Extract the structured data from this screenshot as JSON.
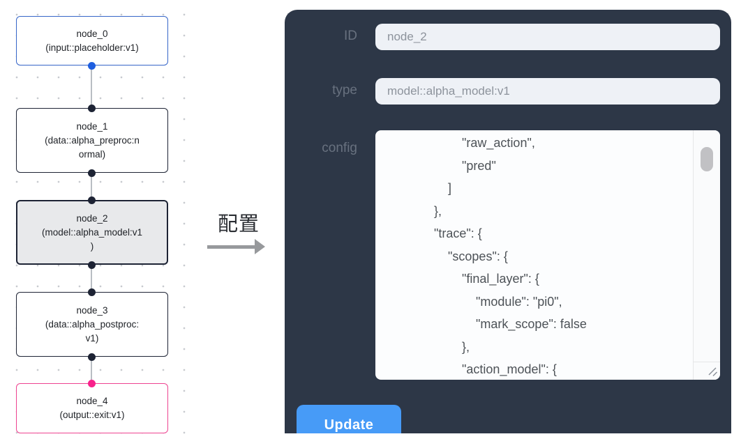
{
  "flow": {
    "nodes": [
      {
        "id": "node_0",
        "title": "node_0",
        "subtitle_lines": [
          "(input::placeholder:v1)"
        ],
        "kind": "input"
      },
      {
        "id": "node_1",
        "title": "node_1",
        "subtitle_lines": [
          "(data::alpha_preproc:n",
          "ormal)"
        ],
        "kind": "default"
      },
      {
        "id": "node_2",
        "title": "node_2",
        "subtitle_lines": [
          "(model::alpha_model:v1",
          ")"
        ],
        "kind": "selected"
      },
      {
        "id": "node_3",
        "title": "node_3",
        "subtitle_lines": [
          "(data::alpha_postproc:",
          "v1)"
        ],
        "kind": "default"
      },
      {
        "id": "node_4",
        "title": "node_4",
        "subtitle_lines": [
          "(output::exit:v1)"
        ],
        "kind": "output"
      }
    ],
    "colors": {
      "input_border": "#3565c8",
      "output_border": "#ee4390",
      "node_border": "#1d2334",
      "selected_bg": "#e8e9eb",
      "edge": "#b9bdc3",
      "port": "#1d2334",
      "port_input": "#1e5ee0",
      "port_output": "#f8218b",
      "dot_grid": "#c7cacf"
    }
  },
  "transfer": {
    "label": "配置",
    "arrow_color": "#97999c"
  },
  "panel": {
    "colors": {
      "bg": "#2d3747",
      "label": "#68717f",
      "field_bg": "#eef1f6",
      "field_text": "#8d939c",
      "textarea_bg": "#fcfdfe",
      "json_text": "#4d5257",
      "thumb": "#c1c1c4",
      "accent": "#479bf7"
    },
    "fields": [
      {
        "label": "ID",
        "value": "node_2"
      },
      {
        "label": "type",
        "value": "model::alpha_model:v1"
      }
    ],
    "config_label": "config",
    "config_lines": [
      "                      \"raw_action\",",
      "                      \"pred\"",
      "                  ]",
      "              },",
      "              \"trace\": {",
      "                  \"scopes\": {",
      "                      \"final_layer\": {",
      "                          \"module\": \"pi0\",",
      "                          \"mark_scope\": false",
      "                      },",
      "                      \"action_model\": {"
    ],
    "update_label": "Update"
  }
}
